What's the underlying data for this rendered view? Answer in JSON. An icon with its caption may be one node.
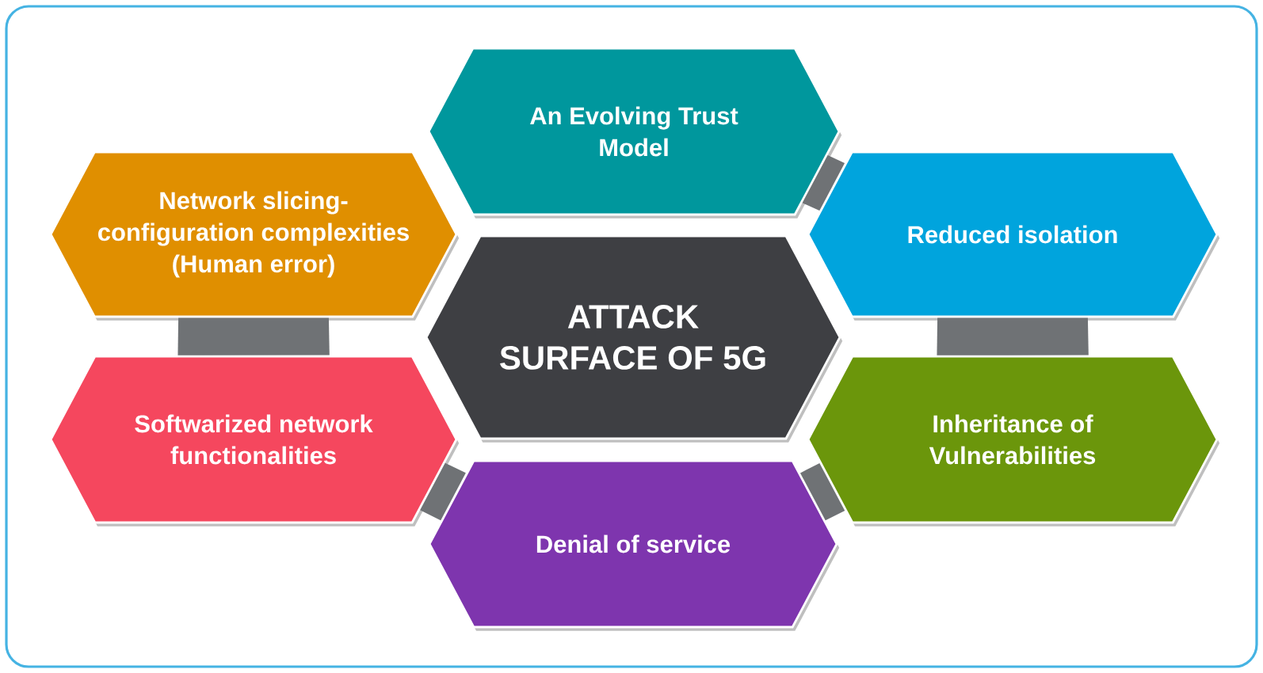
{
  "diagram": {
    "nodes": [
      {
        "text": [
          "An Evolving Trust Model"
        ]
      },
      {
        "text": [
          "Network slicing-configuration complexities (Human error)"
        ]
      },
      {
        "text": [
          "Reduced isolation"
        ]
      },
      {
        "text": [
          "ATTACK SURFACE OF 5G"
        ]
      },
      {
        "text": [
          "Softwarized network functionalities"
        ]
      },
      {
        "text": [
          "Inheritance of Vulnerabilities"
        ]
      },
      {
        "text": [
          "Denial of service"
        ]
      }
    ],
    "edges": [
      {
        "from": 0,
        "to": 2,
        "arrow": "none"
      },
      {
        "from": 2,
        "to": 5,
        "arrow": "none"
      },
      {
        "from": 5,
        "to": 6,
        "arrow": "none"
      },
      {
        "from": 6,
        "to": 4,
        "arrow": "none"
      },
      {
        "from": 4,
        "to": 1,
        "arrow": "none"
      }
    ]
  }
}
